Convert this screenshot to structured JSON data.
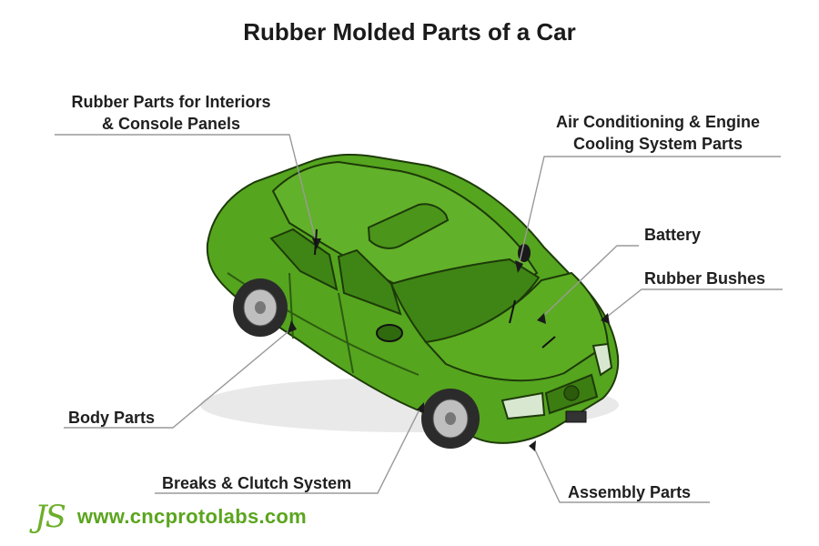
{
  "title": "Rubber Molded Parts of a Car",
  "labels": {
    "interiors_line1": "Rubber Parts for Interiors",
    "interiors_line2": "& Console Panels",
    "ac_line1": "Air Conditioning & Engine",
    "ac_line2": "Cooling System Parts",
    "battery": "Battery",
    "bushes": "Rubber Bushes",
    "body": "Body Parts",
    "brakes": "Breaks & Clutch System",
    "assembly": "Assembly Parts"
  },
  "brand": {
    "logo": "JS",
    "url": "www.cncprotolabs.com"
  },
  "colors": {
    "car_body": "#55a51f",
    "car_dark": "#3d7e12",
    "car_light": "#7cc23e",
    "outline": "#1d3a08",
    "leader": "#9a9a9a"
  }
}
